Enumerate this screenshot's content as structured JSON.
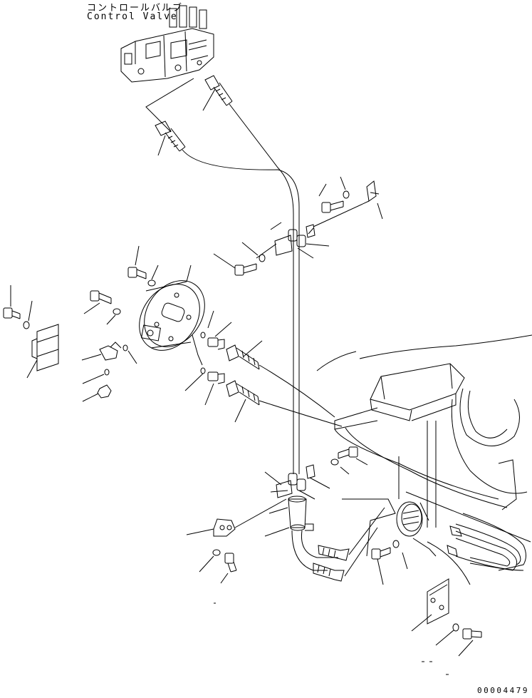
{
  "labels": {
    "component_jp": "コントロールバルブ",
    "component_en": "Control Valve",
    "drawing_code": "00004479"
  },
  "colors": {
    "line": "#000000",
    "background": "#ffffff"
  }
}
